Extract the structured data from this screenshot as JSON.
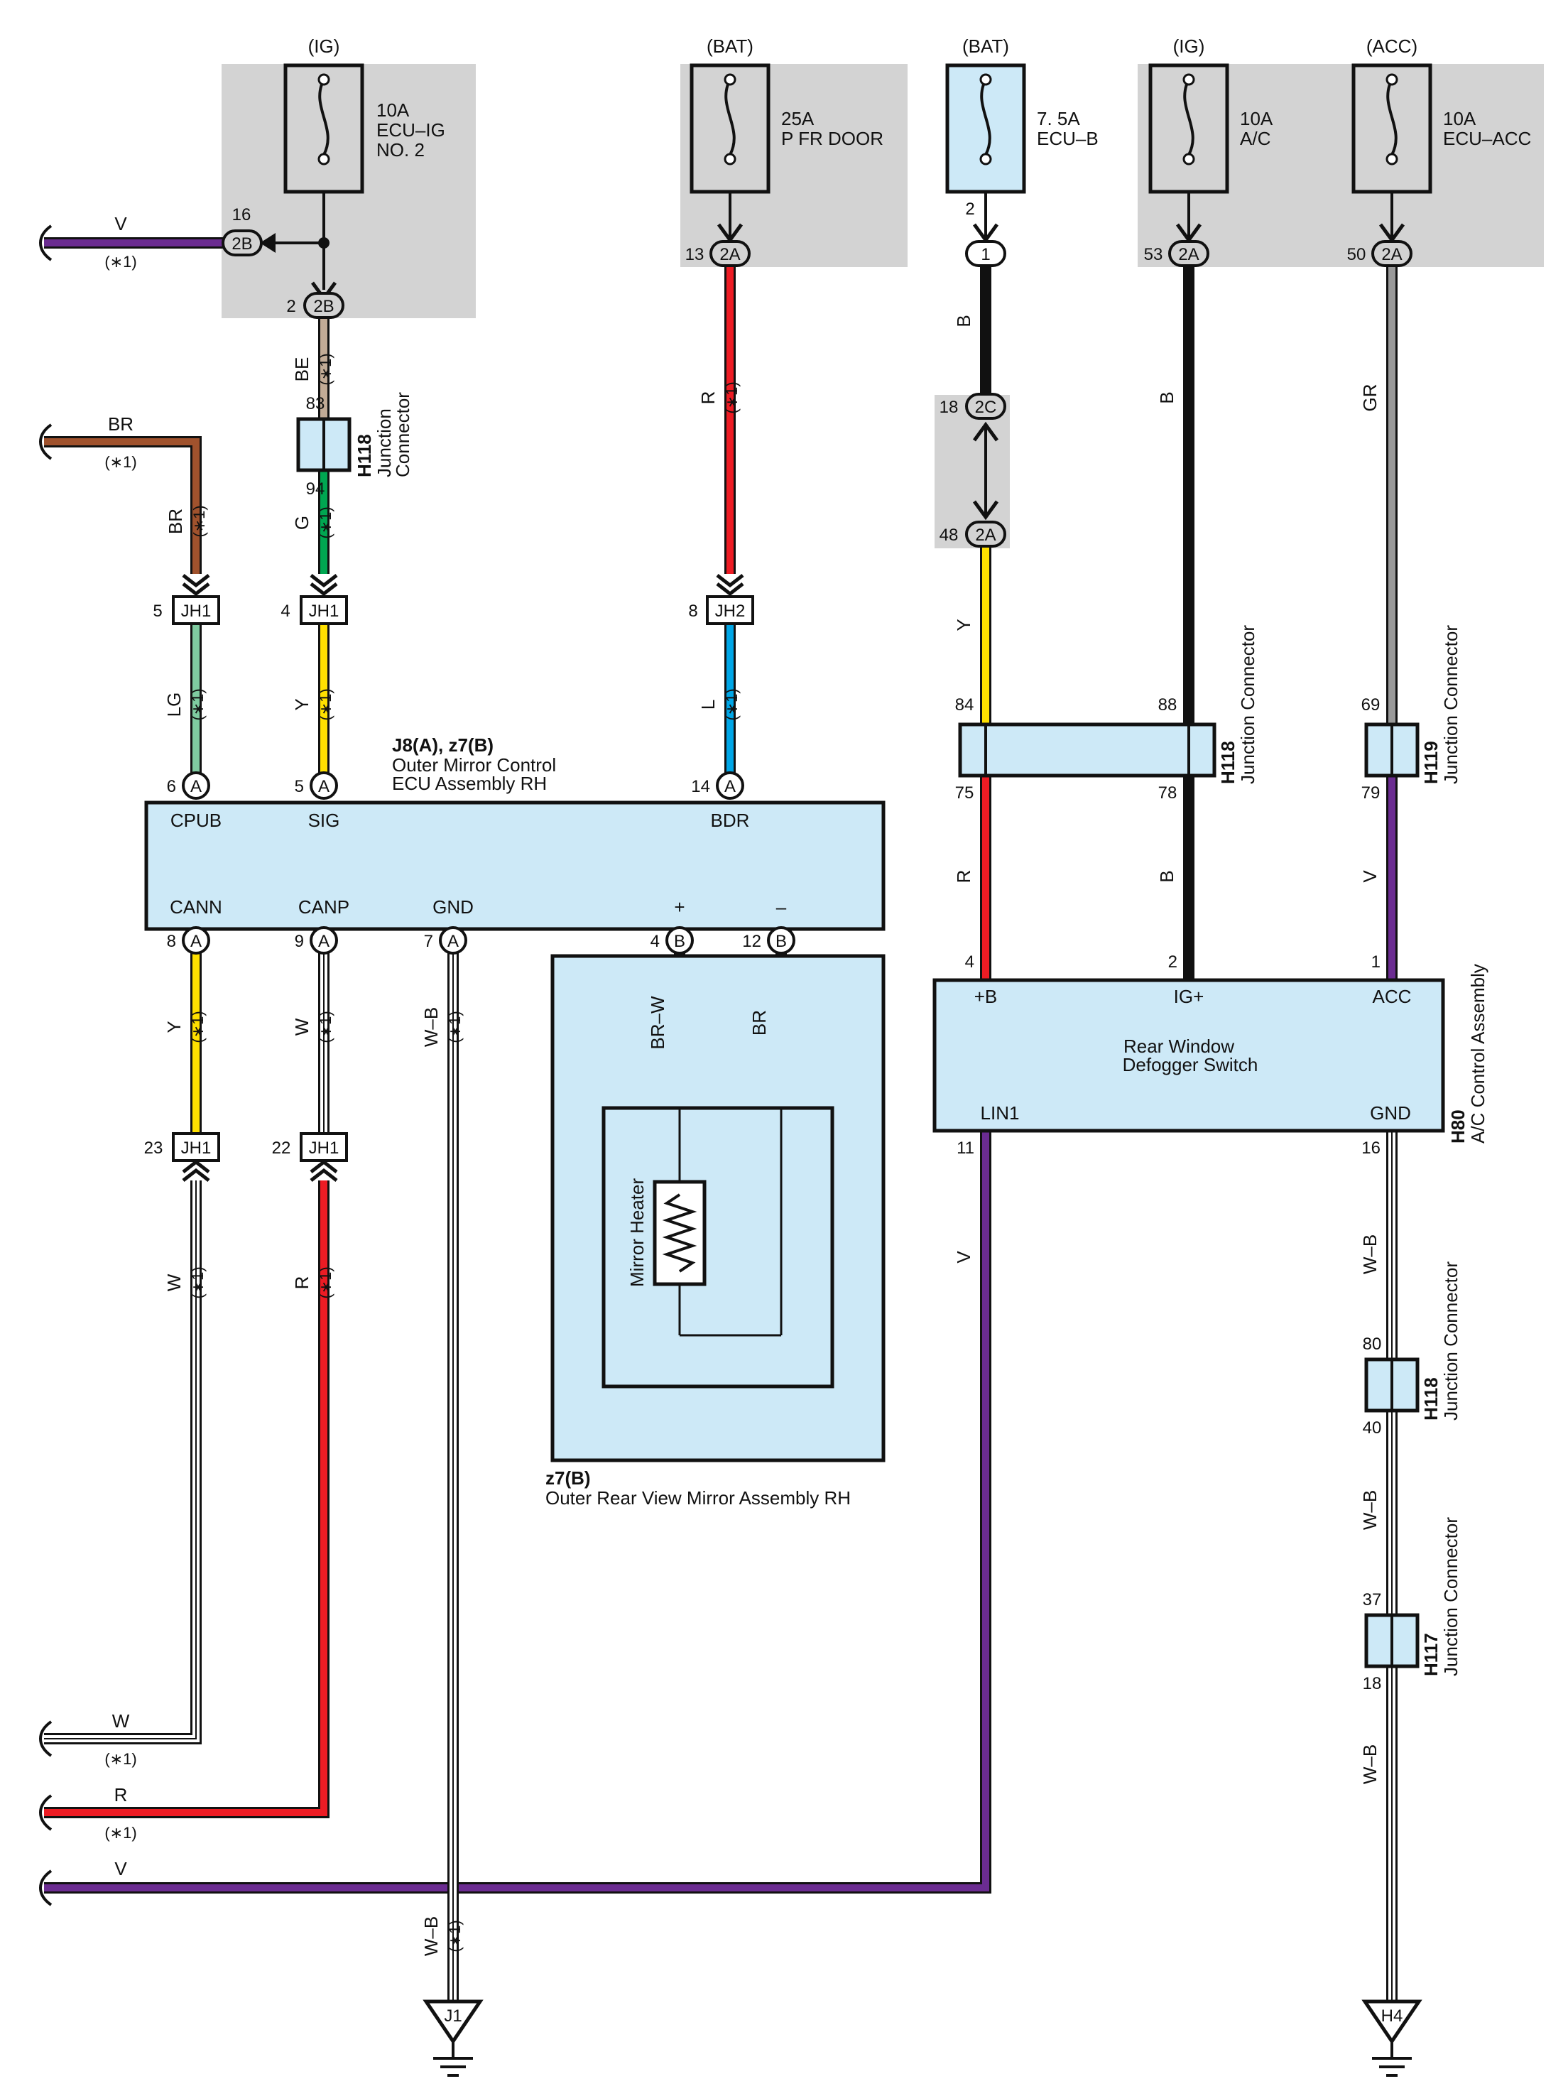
{
  "colors": {
    "V": "#6b2c91",
    "BR": "#a0522d",
    "BE": "#c2ab96",
    "G": "#00a651",
    "LG": "#7fcba0",
    "Y": "#ffe000",
    "R": "#ed1c24",
    "L": "#00a6e6",
    "B": "#111111",
    "GR": "#999999",
    "W": "#ffffff",
    "WB": "#ffffff",
    "BRW": "#a0522d",
    "fill": "#cde9f7",
    "shade": "#d3d3d3"
  },
  "fuses": [
    {
      "source": "(IG)",
      "l1": "10A",
      "l2": "ECU–IG",
      "l3": "NO. 2"
    },
    {
      "source": "(BAT)",
      "l1": "25A",
      "l2": "P FR DOOR",
      "l3": ""
    },
    {
      "source": "(BAT)",
      "l1": "7. 5A",
      "l2": "ECU–B",
      "l3": ""
    },
    {
      "source": "(IG)",
      "l1": "10A",
      "l2": "A/C",
      "l3": ""
    },
    {
      "source": "(ACC)",
      "l1": "10A",
      "l2": "ECU–ACC",
      "l3": ""
    }
  ],
  "connectors": [
    {
      "code": "2B",
      "pin": "16"
    },
    {
      "code": "2B",
      "pin": "2"
    },
    {
      "code": "2A",
      "pin": "13"
    },
    {
      "code": "1",
      "pin": "2"
    },
    {
      "code": "2A",
      "pin": "53"
    },
    {
      "code": "2A",
      "pin": "50"
    },
    {
      "code": "2C",
      "pin": "18"
    },
    {
      "code": "2A",
      "pin": "48"
    }
  ],
  "jh": [
    {
      "code": "JH1",
      "pin": "5"
    },
    {
      "code": "JH1",
      "pin": "4"
    },
    {
      "code": "JH2",
      "pin": "8"
    },
    {
      "code": "JH1",
      "pin": "23"
    },
    {
      "code": "JH1",
      "pin": "22"
    }
  ],
  "junctions": [
    {
      "code": "H118",
      "name": "Junction",
      "name2": "Connector",
      "pin_in": "83",
      "pin_out": "94"
    },
    {
      "code": "H118",
      "name": "Junction Connector",
      "pin_in": "84",
      "pin_in2": "88",
      "pin_out": "75",
      "pin_out2": "78"
    },
    {
      "code": "H119",
      "name": "Junction Connector",
      "pin_in": "69",
      "pin_out": "79"
    },
    {
      "code": "H118",
      "name": "Junction Connector",
      "pin_in": "80",
      "pin_out": "40"
    },
    {
      "code": "H117",
      "name": "Junction Connector",
      "pin_in": "37",
      "pin_out": "18"
    }
  ],
  "ecu": {
    "code": "J8(A), z7(B)",
    "name1": "Outer Mirror Control",
    "name2": "ECU Assembly RH",
    "terminals": [
      {
        "label": "CPUB",
        "pin": "6",
        "conn": "A"
      },
      {
        "label": "SIG",
        "pin": "5",
        "conn": "A"
      },
      {
        "label": "BDR",
        "pin": "14",
        "conn": "A"
      },
      {
        "label": "CANN",
        "pin": "8",
        "conn": "A"
      },
      {
        "label": "CANP",
        "pin": "9",
        "conn": "A"
      },
      {
        "label": "GND",
        "pin": "7",
        "conn": "A"
      },
      {
        "label": "+",
        "pin": "4",
        "conn": "B"
      },
      {
        "label": "–",
        "pin": "12",
        "conn": "B"
      }
    ]
  },
  "mirror": {
    "code": "z7(B)",
    "name": "Outer Rear View Mirror Assembly RH",
    "heater": "Mirror Heater"
  },
  "defogger": {
    "code": "H80",
    "name": "A/C Control Assembly",
    "title1": "Rear Window",
    "title2": "Defogger Switch",
    "terminals": [
      {
        "label": "+B",
        "pin": "4"
      },
      {
        "label": "IG+",
        "pin": "2"
      },
      {
        "label": "ACC",
        "pin": "1"
      },
      {
        "label": "LIN1",
        "pin": "11"
      },
      {
        "label": "GND",
        "pin": "16"
      }
    ]
  },
  "grounds": [
    {
      "code": "J1"
    },
    {
      "code": "H4"
    }
  ],
  "wires": {
    "V_top": "V",
    "BR_left": "BR",
    "BE": "BE",
    "BR": "BR",
    "G": "G",
    "LG": "LG",
    "Y": "Y",
    "R_fuse": "R",
    "L": "L",
    "B_ecub": "B",
    "Y_ecub": "Y",
    "B_ac": "B",
    "GR": "GR",
    "R_h118": "R",
    "B_h118": "B",
    "V_h119": "V",
    "Y_cann": "Y",
    "W_canp": "W",
    "WB_gnd": "W–B",
    "BRW": "BR–W",
    "BR_minus": "BR",
    "W_jh23": "W",
    "R_jh22": "R",
    "V_lin": "V",
    "WB_h80": "W–B",
    "WB_h118": "W–B",
    "WB_h117": "W–B",
    "W_bottom": "W",
    "R_bottom": "R",
    "V_bottom": "V",
    "WB_j1": "W–B"
  },
  "note": "(∗1)"
}
